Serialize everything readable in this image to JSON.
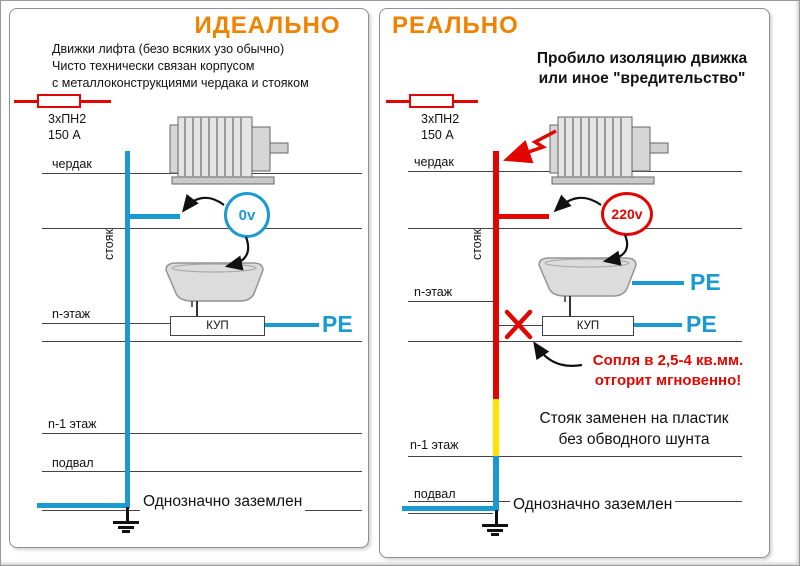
{
  "colors": {
    "orange": "#f08200",
    "blue": "#1b9ad2",
    "red": "#e10600",
    "yellow": "#ffe400"
  },
  "left": {
    "title": "ИДЕАЛЬНО",
    "desc1": "Движки лифта (безо всяких узо обычно)",
    "desc2": "Чисто технически связан корпусом",
    "desc3": "с металлоконструкциями чердака и стояком",
    "fuse_type": "3хПН2",
    "fuse_rating": "150 А",
    "floor_attic": "чердак",
    "riser_label": "стояк",
    "floor_n": "n-этаж",
    "floor_n1": "n-1 этаж",
    "floor_basement": "подвал",
    "voltage": "0v",
    "kup": "КУП",
    "pe": "PE",
    "grounded": "Однозначно заземлен"
  },
  "right": {
    "title": "РЕАЛЬНО",
    "desc1": "Пробило изоляцию движка",
    "desc2": "или иное \"вредительство\"",
    "fuse_type": "3хПН2",
    "fuse_rating": "150 А",
    "floor_attic": "чердак",
    "riser_label": "стояк",
    "floor_n": "n-этаж",
    "floor_n1": "n-1 этаж",
    "floor_basement": "подвал",
    "voltage": "220v",
    "kup": "КУП",
    "pe_tub": "PE",
    "pe_kup": "PE",
    "warn1": "Сопля в 2,5-4 кв.мм.",
    "warn2": "отгорит мгновенно!",
    "plastic1": "Стояк заменен на пластик",
    "plastic2": "без обводного шунта",
    "grounded": "Однозначно заземлен"
  }
}
